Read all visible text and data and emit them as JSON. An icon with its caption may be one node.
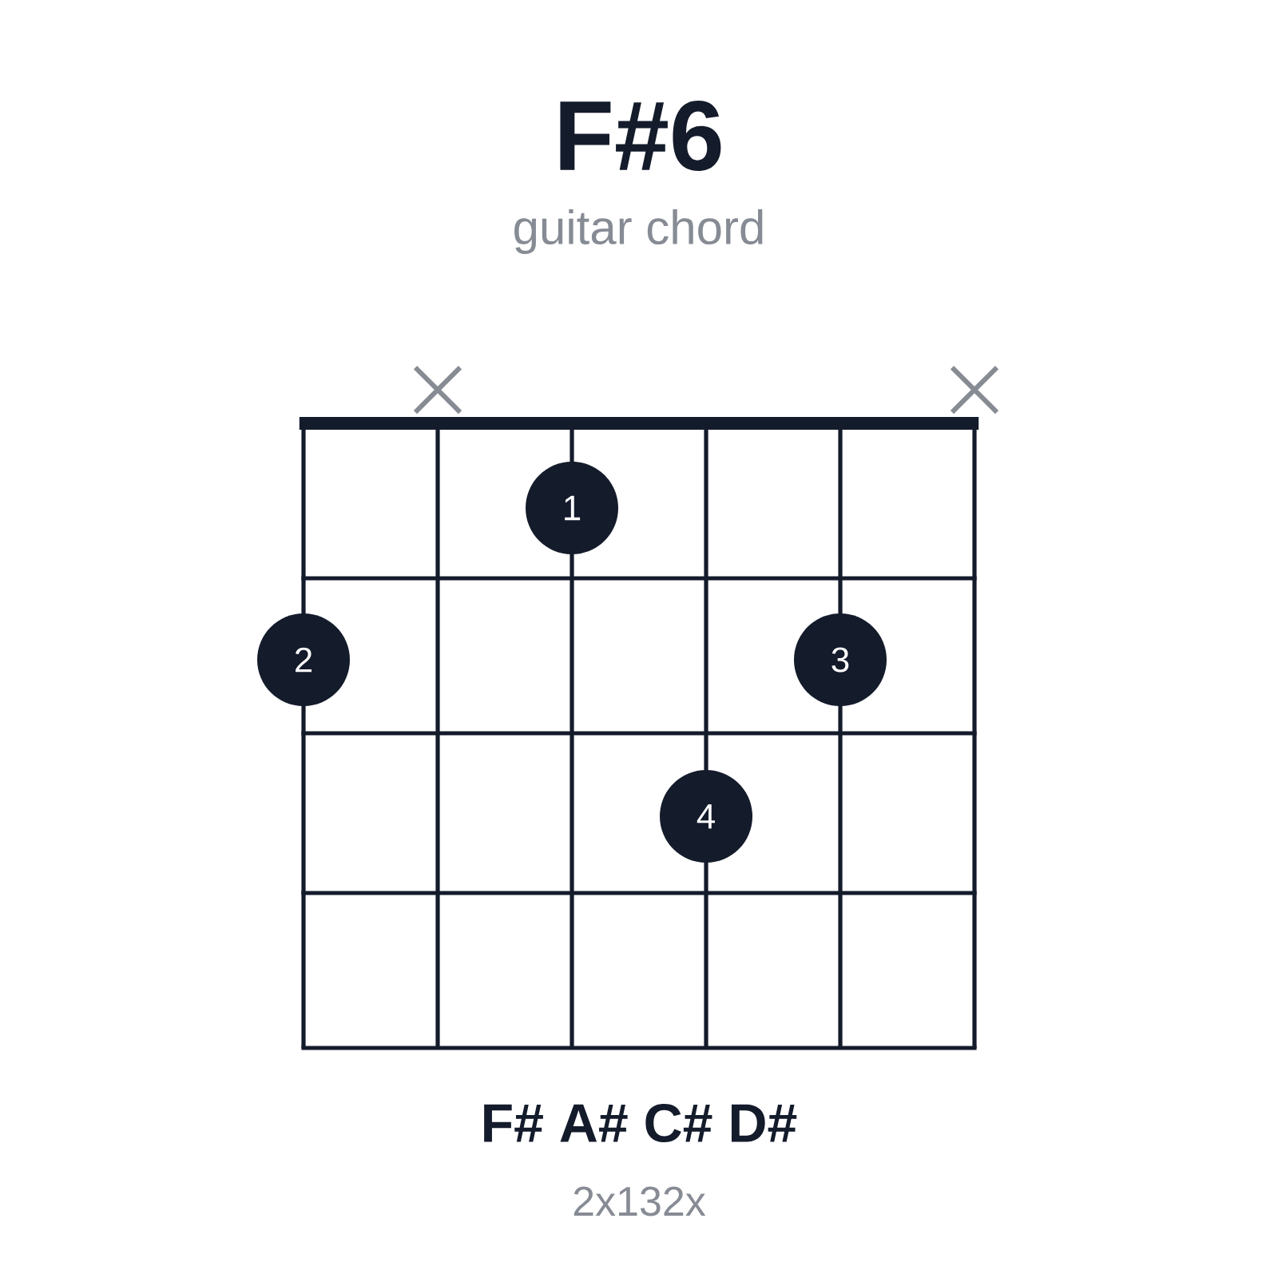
{
  "diagram": {
    "title": "F#6",
    "caption": "guitar chord",
    "nodes": [
      {
        "text": [
          "1"
        ]
      },
      {
        "text": [
          "2"
        ]
      },
      {
        "text": [
          "3"
        ]
      },
      {
        "text": [
          "4"
        ]
      }
    ],
    "labels": [
      "F# A# C# D#",
      "2x132x"
    ]
  }
}
